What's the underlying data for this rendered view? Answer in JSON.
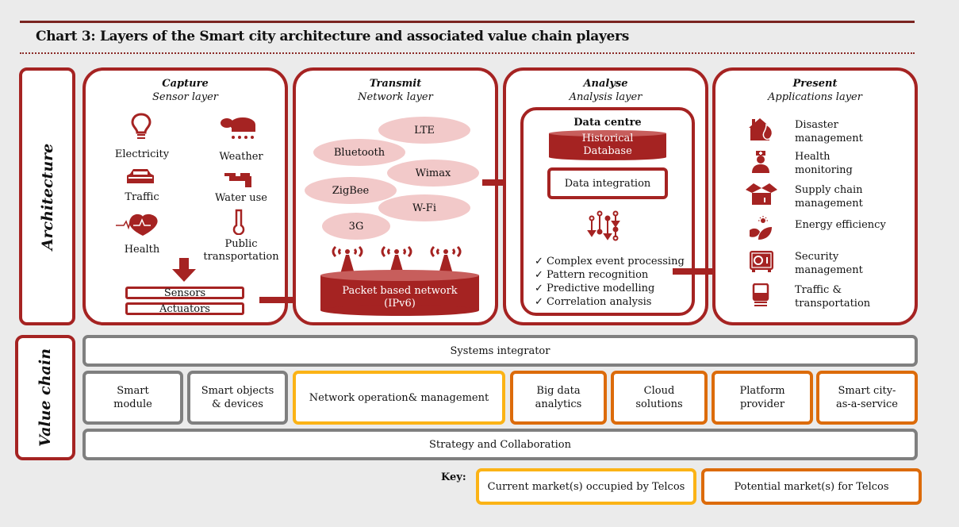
{
  "title": "Chart 3: Layers of the Smart city architecture and associated value chain players",
  "side_labels": {
    "architecture": "Architecture",
    "value_chain": "Value chain"
  },
  "colors": {
    "brand_red": "#a52322",
    "gray": "#7f7f7f",
    "current_market": "#fbb316",
    "potential_market": "#dc6b0a",
    "bubble": "#f2c9c9"
  },
  "capture": {
    "title": "Capture",
    "subtitle": "Sensor layer",
    "sensors": [
      {
        "label": "Electricity",
        "icon": "lightbulb-icon"
      },
      {
        "label": "Weather",
        "icon": "rain-cloud-icon"
      },
      {
        "label": "Traffic",
        "icon": "car-icon"
      },
      {
        "label": "Water use",
        "icon": "tap-icon"
      },
      {
        "label": "Health",
        "icon": "heartbeat-icon"
      },
      {
        "label": "Public transportation",
        "icon": "thermometer-icon"
      }
    ],
    "sensors_box": "Sensors",
    "actuators_box": "Actuators"
  },
  "transmit": {
    "title": "Transmit",
    "subtitle": "Network layer",
    "technologies": [
      "LTE",
      "Bluetooth",
      "Wimax",
      "ZigBee",
      "W-Fi",
      "3G"
    ],
    "network": [
      "Packet based network",
      "(IPv6)"
    ]
  },
  "analyse": {
    "title": "Analyse",
    "subtitle": "Analysis layer",
    "data_centre": "Data centre",
    "database": [
      "Historical",
      "Database"
    ],
    "integration": "Data integration",
    "capabilities": [
      "Complex event processing",
      "Pattern recognition",
      "Predictive modelling",
      "Correlation analysis"
    ],
    "check_mark": "✓"
  },
  "present": {
    "title": "Present",
    "subtitle": "Applications layer",
    "apps": [
      {
        "label": [
          "Disaster",
          "management"
        ],
        "icon": "house-fire-icon"
      },
      {
        "label": [
          "Health",
          "monitoring"
        ],
        "icon": "nurse-icon"
      },
      {
        "label": [
          "Supply chain",
          "management"
        ],
        "icon": "box-icon"
      },
      {
        "label": [
          "Energy efficiency",
          ""
        ],
        "icon": "leaf-sun-icon"
      },
      {
        "label": [
          "Security",
          "management"
        ],
        "icon": "safe-icon"
      },
      {
        "label": [
          "Traffic &",
          "transportation"
        ],
        "icon": "train-icon"
      }
    ]
  },
  "value_chain": {
    "top": "Systems integrator",
    "middle": [
      {
        "label": [
          "Smart",
          "module"
        ],
        "type": "other"
      },
      {
        "label": [
          "Smart objects",
          "& devices"
        ],
        "type": "other"
      },
      {
        "label": [
          "Network operation& management",
          ""
        ],
        "type": "current"
      },
      {
        "label": [
          "Big data",
          "analytics"
        ],
        "type": "potential"
      },
      {
        "label": [
          "Cloud",
          "solutions"
        ],
        "type": "potential"
      },
      {
        "label": [
          "Platform",
          "provider"
        ],
        "type": "potential"
      },
      {
        "label": [
          "Smart city-",
          "as-a-service"
        ],
        "type": "potential"
      }
    ],
    "bottom": "Strategy and Collaboration"
  },
  "key": {
    "label": "Key:",
    "current": "Current market(s) occupied by Telcos",
    "potential": "Potential market(s) for Telcos"
  }
}
